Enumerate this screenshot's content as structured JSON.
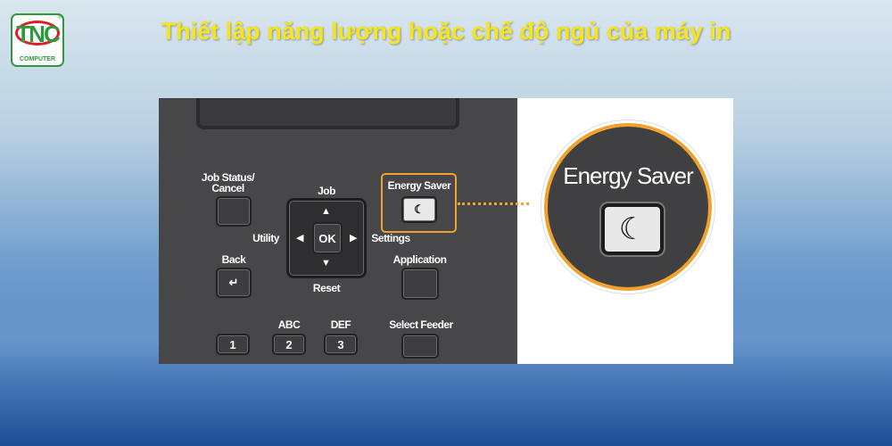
{
  "logo": {
    "brand": "TNC",
    "sub": "COMPUTER",
    "mark": "®"
  },
  "title": "Thiết lập năng lượng hoặc chế độ ngủ của máy in",
  "panel": {
    "job_status": "Job Status/ Cancel",
    "job": "Job",
    "utility": "Utility",
    "ok": "OK",
    "settings": "Settings",
    "reset": "Reset",
    "back": "Back",
    "back_icon": "↵",
    "energy_saver": "Energy Saver",
    "moon_icon": "☾",
    "application": "Application",
    "select_feeder": "Select Feeder",
    "keys": [
      {
        "num": "1",
        "letters": ""
      },
      {
        "num": "2",
        "letters": "ABC"
      },
      {
        "num": "3",
        "letters": "DEF"
      }
    ]
  },
  "zoom": {
    "label": "Energy Saver",
    "icon": "☾"
  },
  "colors": {
    "title": "#f6e51a",
    "highlight": "#f0a22d",
    "panel": "#47474a"
  }
}
